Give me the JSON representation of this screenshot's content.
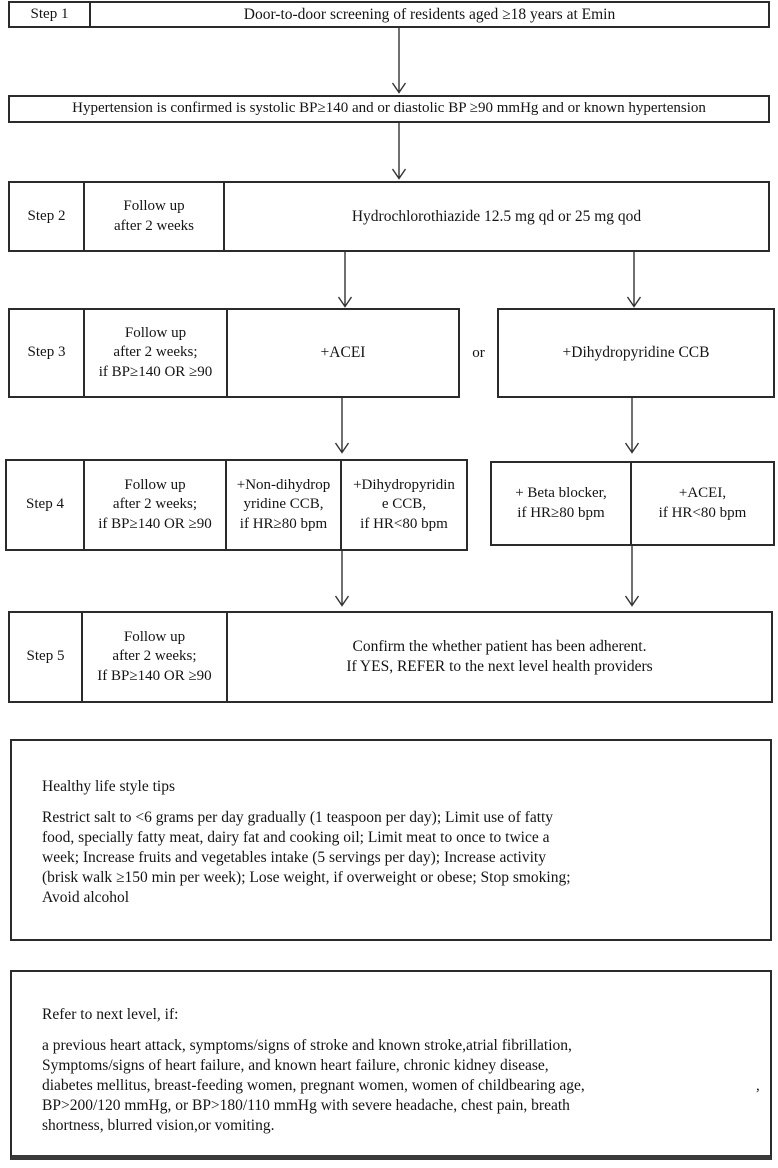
{
  "palette": {
    "background": "#ffffff",
    "border": "#2b2b2b",
    "text": "#141414"
  },
  "flowchart": {
    "step1": {
      "label": "Step 1",
      "action": "Door-to-door screening of residents aged ≥18 years at Emin"
    },
    "confirm": {
      "text": "Hypertension is confirmed is systolic BP≥140 and or diastolic BP ≥90 mmHg and or known hypertension"
    },
    "step2": {
      "label": "Step 2",
      "followup": "Follow up\nafter 2 weeks",
      "drug": "Hydrochlorothiazide 12.5 mg qd or 25 mg qod"
    },
    "step3": {
      "label": "Step 3",
      "followup": "Follow up\nafter 2 weeks;\nif BP≥140 OR ≥90",
      "option_a": "+ACEI",
      "or_label": "or",
      "option_b": "+Dihydropyridine CCB"
    },
    "step4": {
      "label": "Step 4",
      "followup": "Follow up\nafter 2 weeks;\nif BP≥140 OR ≥90",
      "non_dihydro": "+Non-dihydrop\nyridine CCB,\nif HR≥80 bpm",
      "dihydro": "+Dihydropyridin\ne CCB,\nif HR<80 bpm",
      "beta_blocker": "+ Beta blocker,\nif HR≥80 bpm",
      "acei": "+ACEI,\nif HR<80 bpm"
    },
    "step5": {
      "label": "Step 5",
      "followup": "Follow up\nafter 2 weeks;\nIf BP≥140 OR ≥90",
      "confirm": "Confirm the whether patient has been adherent.\nIf YES, REFER to the next level health providers"
    },
    "tips": {
      "title": "Healthy life style tips",
      "body": "Restrict salt to <6 grams per day gradually (1 teaspoon per day); Limit use of fatty\nfood, specially fatty meat, dairy fat and cooking oil; Limit meat to once to twice a\nweek; Increase fruits and vegetables intake (5 servings per day); Increase activity\n(brisk walk ≥150 min per week); Lose weight, if overweight or obese; Stop smoking;\nAvoid alcohol"
    },
    "refer": {
      "title": "Refer to next level, if:",
      "body": "a previous heart attack, symptoms/signs of stroke and known stroke,atrial fibrillation,\nSymptoms/signs of heart failure, and known heart failure, chronic kidney disease,\ndiabetes mellitus, breast-feeding women, pregnant women, women of childbearing age,\nBP>200/120 mmHg, or BP>180/110 mmHg with severe headache, chest pain, breath\nshortness, blurred vision,or vomiting."
    },
    "stray_comma": ","
  }
}
